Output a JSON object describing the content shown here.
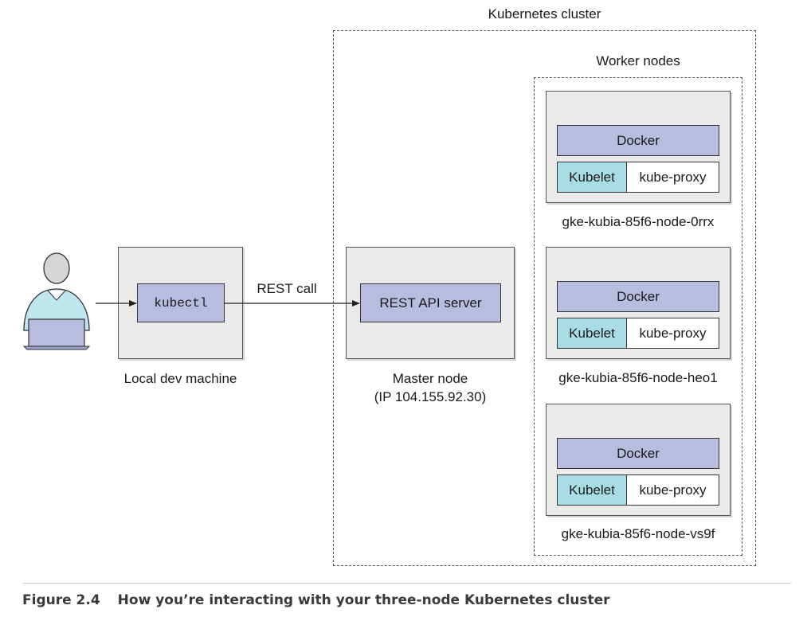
{
  "cluster": {
    "title": "Kubernetes cluster"
  },
  "workers": {
    "title": "Worker nodes",
    "nodes": [
      {
        "name": "gke-kubia-85f6-node-0rrx",
        "docker": "Docker",
        "kubelet": "Kubelet",
        "proxy": "kube-proxy"
      },
      {
        "name": "gke-kubia-85f6-node-heo1",
        "docker": "Docker",
        "kubelet": "Kubelet",
        "proxy": "kube-proxy"
      },
      {
        "name": "gke-kubia-85f6-node-vs9f",
        "docker": "Docker",
        "kubelet": "Kubelet",
        "proxy": "kube-proxy"
      }
    ]
  },
  "local": {
    "command": "kubectl",
    "label": "Local dev machine"
  },
  "rest_call": "REST call",
  "master": {
    "server": "REST API server",
    "label": "Master node",
    "ip": "(IP 104.155.92.30)"
  },
  "figure": {
    "number": "Figure 2.4",
    "caption": "How you’re interacting with your three-node Kubernetes cluster"
  },
  "colors": {
    "component": "#b8bde0",
    "kubelet": "#a8dde6",
    "machine": "#ebebeb",
    "user": "#bfe6ee"
  }
}
